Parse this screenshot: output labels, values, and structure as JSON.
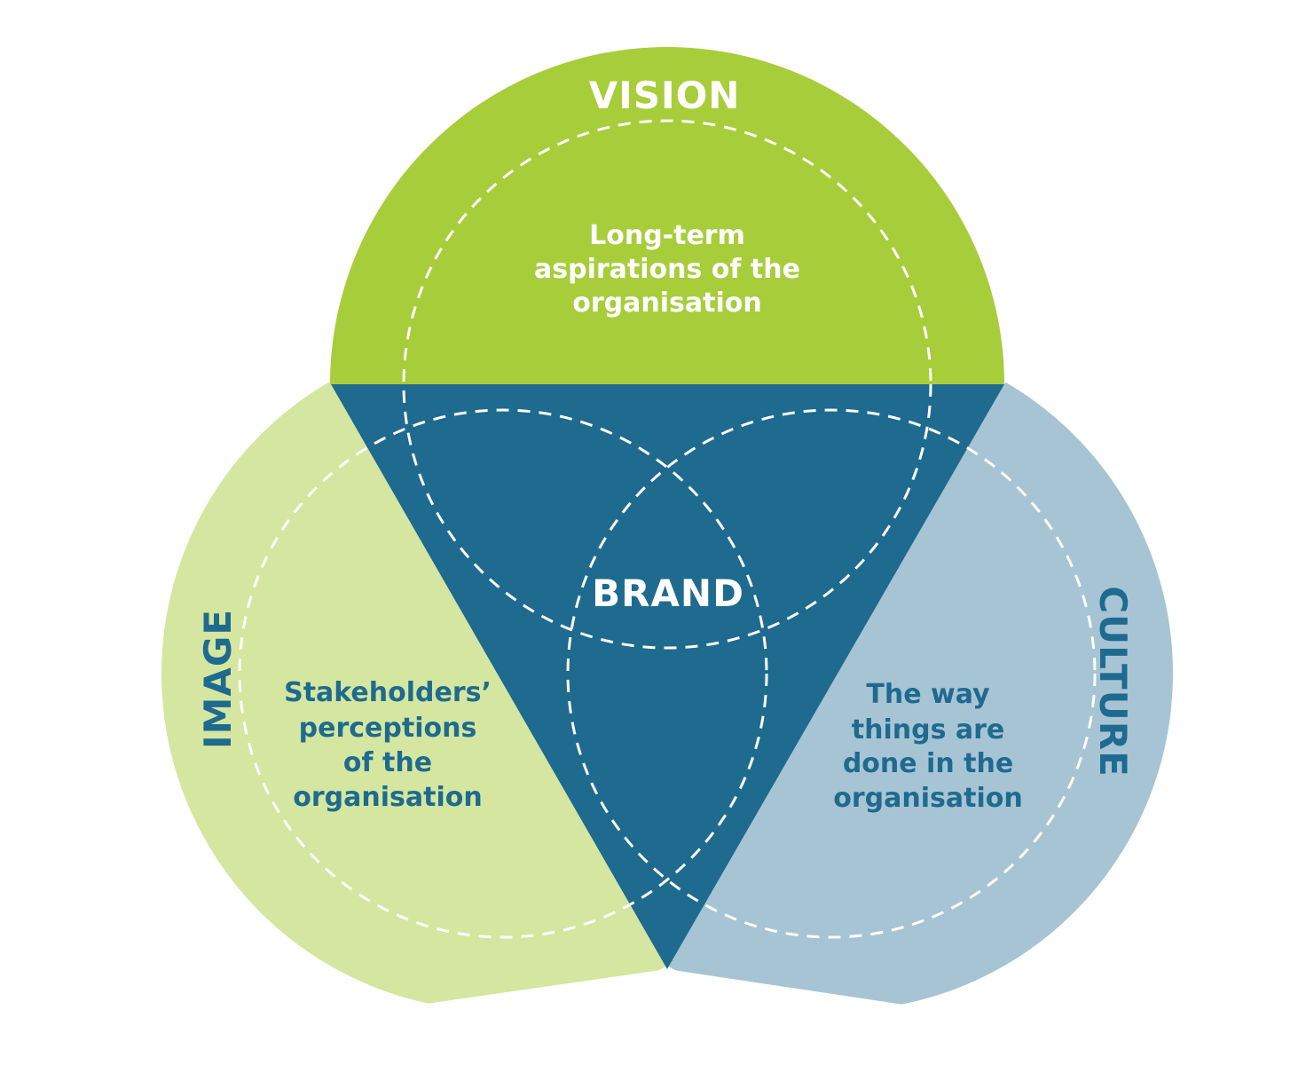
{
  "colors": {
    "vision": "#a8cd3b",
    "image": "#d4e69f",
    "culture": "#a6c4d4",
    "brand": "#1f6a8f",
    "dark_text": "#1f6a8f",
    "light_text": "#ffffff",
    "dash": "#ffffff"
  },
  "vision": {
    "title": "VISION",
    "description": [
      "Long-term",
      "aspirations of the",
      "organisation"
    ]
  },
  "image": {
    "title": "IMAGE",
    "description": [
      "Stakeholders’",
      "perceptions",
      "of the",
      "organisation"
    ]
  },
  "culture": {
    "title": "CULTURE",
    "description": [
      "The way",
      "things are",
      "done in the",
      "organisation"
    ]
  },
  "brand": {
    "title": "BRAND"
  }
}
